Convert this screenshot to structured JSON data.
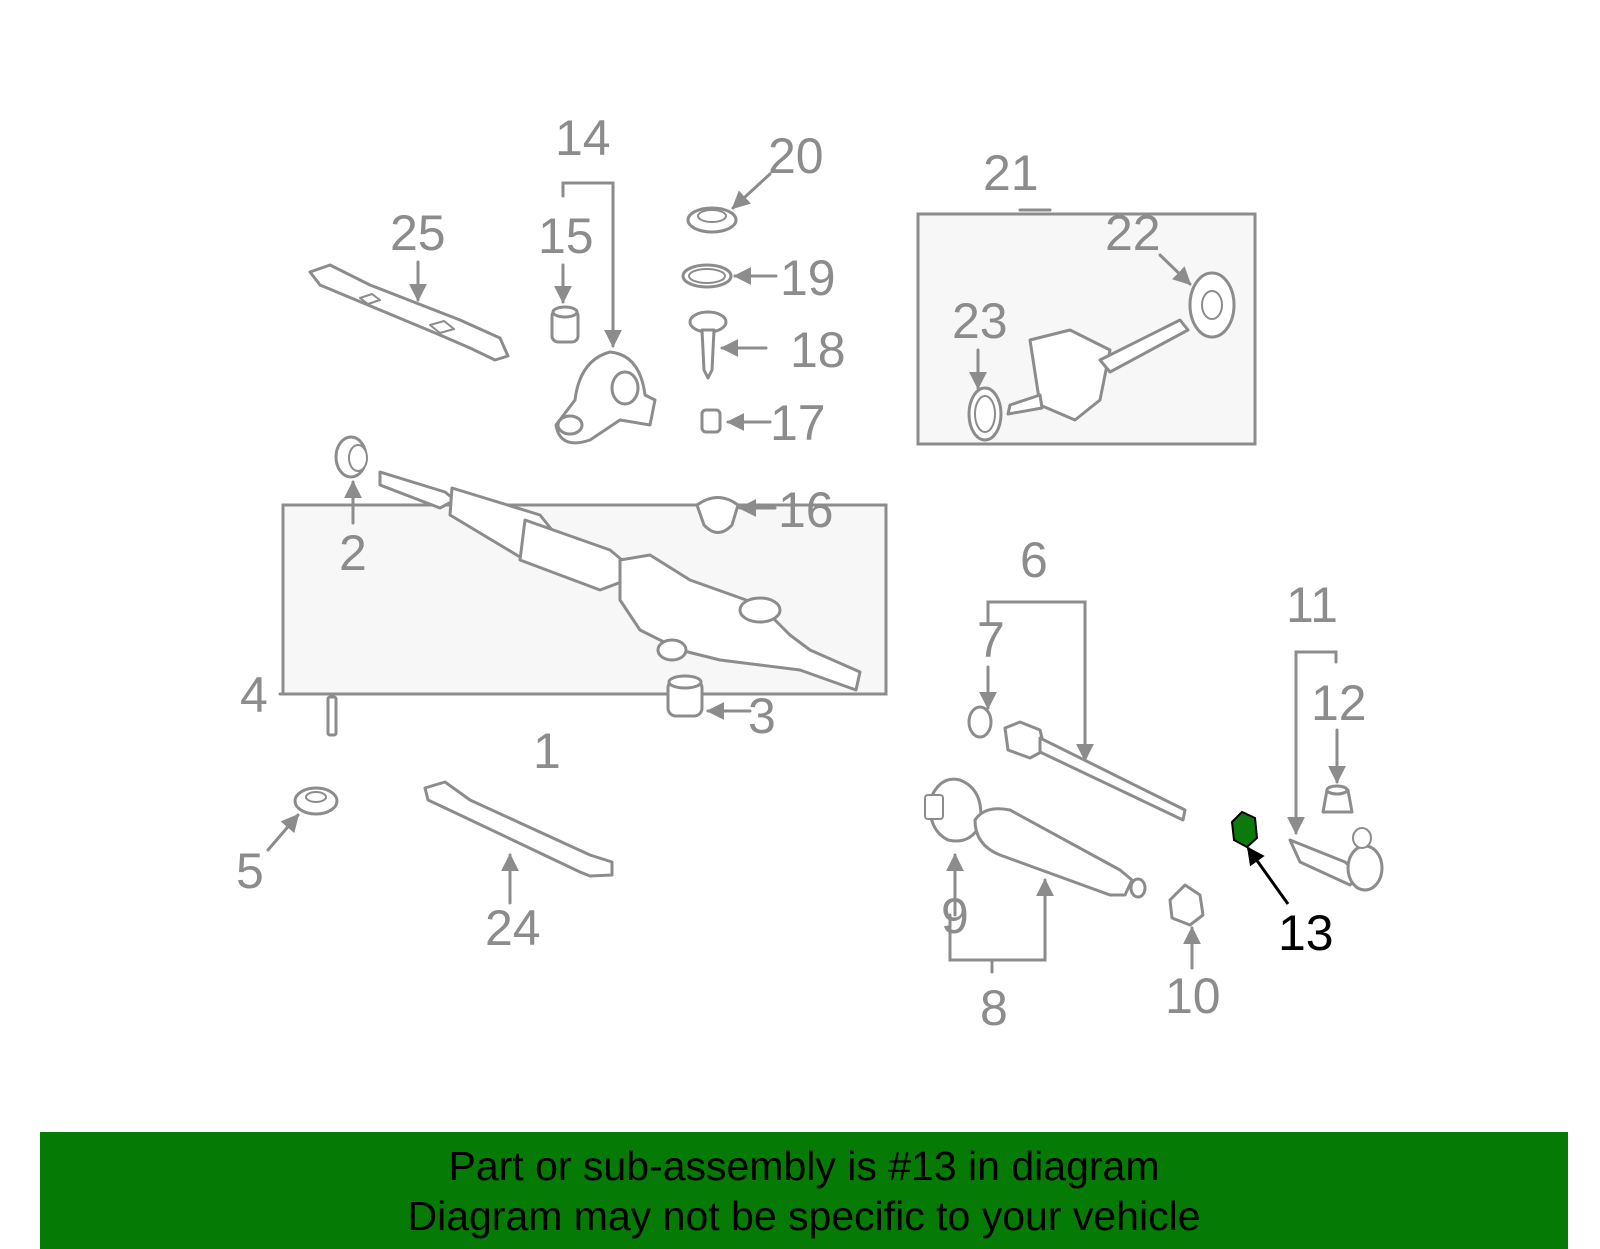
{
  "callouts": {
    "n1": "1",
    "n2": "2",
    "n3": "3",
    "n4": "4",
    "n5": "5",
    "n6": "6",
    "n7": "7",
    "n8": "8",
    "n9": "9",
    "n10": "10",
    "n11": "11",
    "n12": "12",
    "n13": "13",
    "n14": "14",
    "n15": "15",
    "n16": "16",
    "n17": "17",
    "n18": "18",
    "n19": "19",
    "n20": "20",
    "n21": "21",
    "n22": "22",
    "n23": "23",
    "n24": "24",
    "n25": "25"
  },
  "highlight": {
    "part": "13",
    "color": "#0b7a0b"
  },
  "banner": {
    "line1": "Part or sub-assembly is #13 in diagram",
    "line2": "Diagram may not be specific to your vehicle",
    "color": "#057a05"
  }
}
